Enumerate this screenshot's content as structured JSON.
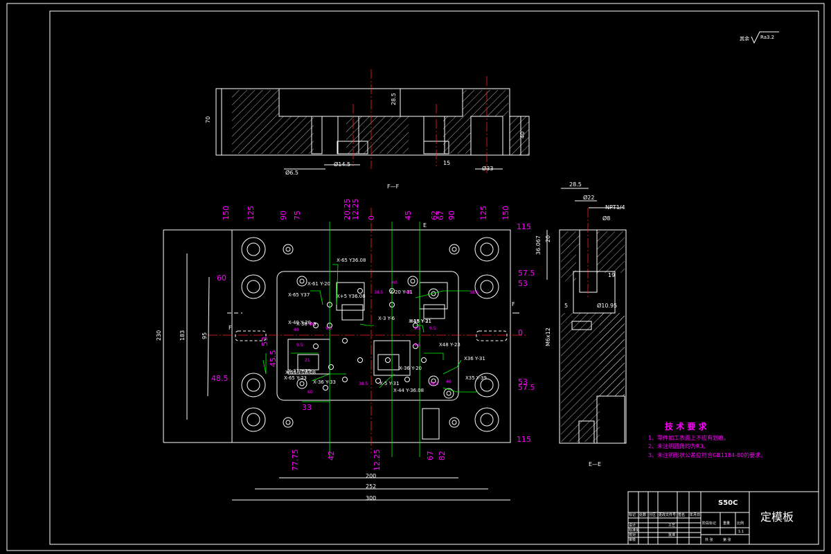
{
  "sections": {
    "top_label": "F—F",
    "right_label": "E—E",
    "cut_f": "F",
    "cut_e": "E"
  },
  "roughness": {
    "label": "其余",
    "value": "Ra3.2"
  },
  "top_view_dims": [
    "70",
    "28.5",
    "40",
    "Ø6.5",
    "Ø14.5",
    "15",
    "Ø33"
  ],
  "section_view_dims": [
    "28.5",
    "Ø22",
    "NPT1/4",
    "Ø8",
    "20",
    "36.067",
    "19",
    "5",
    "Ø10.95",
    "M6x12"
  ],
  "plan_top_dims": [
    "150",
    "125",
    "90",
    "75",
    "20.25",
    "12.25",
    "0",
    "45",
    "62",
    "67",
    "90",
    "125",
    "150"
  ],
  "plan_right_dims": [
    "115",
    "57.5",
    "53",
    "0",
    "53",
    "57.5",
    "115"
  ],
  "plan_left_dims": [
    "60",
    "48.5",
    "230",
    "183",
    "95",
    "53",
    "45.5"
  ],
  "plan_bottom_dims": [
    "77.75",
    "42",
    "12.25",
    "67",
    "82",
    "200",
    "252",
    "300",
    "33"
  ],
  "coord_notes": [
    "X-65 Y36.08",
    "X-61 Y-20",
    "X-65 Y37",
    "X-30 Y-9",
    "X-3 Y-6",
    "X-15 Y-31",
    "X-36 Y-33",
    "X-65 Y-26.08",
    "X-65 Y-23",
    "X-36 Y-20",
    "X-44 Y-36.08",
    "X-20 Y-31",
    "X+5 Y36.08",
    "X-5 Y-31",
    "X48 Y-23",
    "X36 Y-31",
    "X48 Y-21",
    "X35 Y-39",
    "X-40 Y-20",
    "X-31 Y-39"
  ],
  "plan_hole_labels": [
    "38.5",
    "40",
    "38.5",
    "40",
    "9.5",
    "9.5",
    "9.5",
    "9.5",
    "9.5",
    "21",
    "60",
    "60",
    "40",
    "40",
    "38.5",
    "38.5"
  ],
  "tech": {
    "title": "技 术 要 求",
    "items": [
      "1、零件加工表面上不应有划痕。",
      "2、未注明圆角均为R3。",
      "3、未注明形状公差应符合GB1184-80的要求。"
    ]
  },
  "title_block": {
    "material": "S50C",
    "part_name": "定模板",
    "small_text": [
      "标记",
      "处数",
      "分区",
      "更改文件号",
      "签名",
      "年月日",
      "设计",
      "标准化",
      "校对",
      "审核",
      "工艺",
      "批准",
      "阶段标记",
      "重量",
      "比例",
      "1:1",
      "共 张",
      "第 张"
    ]
  },
  "colors": {
    "background": "#000000",
    "lines": "#ffffff",
    "centerlines": "#ff2020",
    "dimensions": "#ff00ff",
    "leaders": "#00ff00"
  }
}
